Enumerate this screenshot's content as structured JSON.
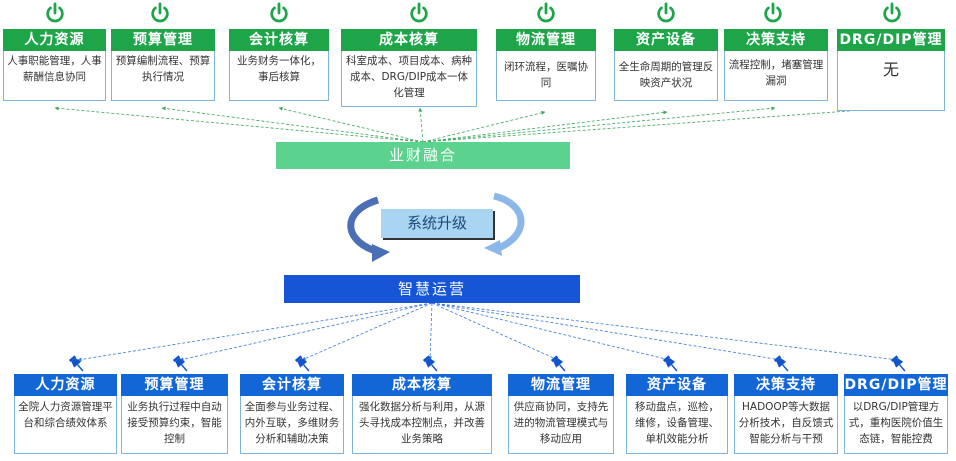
{
  "top": {
    "items": [
      {
        "title": "人力资源",
        "desc": "人事职能管理，人事薪酬信息协同"
      },
      {
        "title": "预算管理",
        "desc": "预算编制流程、预算执行情况"
      },
      {
        "title": "会计核算",
        "desc": "业务财务一体化，事后核算"
      },
      {
        "title": "成本核算",
        "desc": "科室成本、项目成本、病种成本、DRG/DIP成本一体化管理"
      },
      {
        "title": "物流管理",
        "desc": "闭环流程，医嘱协同"
      },
      {
        "title": "资产设备",
        "desc": "全生命周期的管理反映资产状况"
      },
      {
        "title": "决策支持",
        "desc": "流程控制，堵塞管理漏洞"
      },
      {
        "title": "DRG/DIP管理",
        "desc": "无"
      }
    ]
  },
  "center": {
    "fusion": "业财融合",
    "upgrade": "系统升级",
    "smart": "智慧运营"
  },
  "bottom": {
    "items": [
      {
        "title": "人力资源",
        "desc": "全院人力资源管理平台和综合绩效体系"
      },
      {
        "title": "预算管理",
        "desc": "业务执行过程中自动接受预算约束，智能控制"
      },
      {
        "title": "会计核算",
        "desc": "全面参与业务过程、内外互联，多维财务分析和辅助决策"
      },
      {
        "title": "成本核算",
        "desc": "强化数据分析与利用，从源头寻找成本控制点，并改善业务策略"
      },
      {
        "title": "物流管理",
        "desc": "供应商协同，支持先进的物流管理模式与移动应用"
      },
      {
        "title": "资产设备",
        "desc": "移动盘点，巡检，维修，设备管理、单机效能分析"
      },
      {
        "title": "决策支持",
        "desc": "HADOOP等大数据分析技术，自反馈式智能分析与干预"
      },
      {
        "title": "DRG/DIP管理",
        "desc": "以DRG/DIP管理方式，重构医院价值生态链，智能控费"
      }
    ]
  },
  "colors": {
    "top_header": "#1ea54a",
    "fusion_bar": "#5bd38e",
    "smart_bar": "#1555d6",
    "bottom_header": "#1366d6",
    "cycle_arrow": "#4a6fb5"
  }
}
